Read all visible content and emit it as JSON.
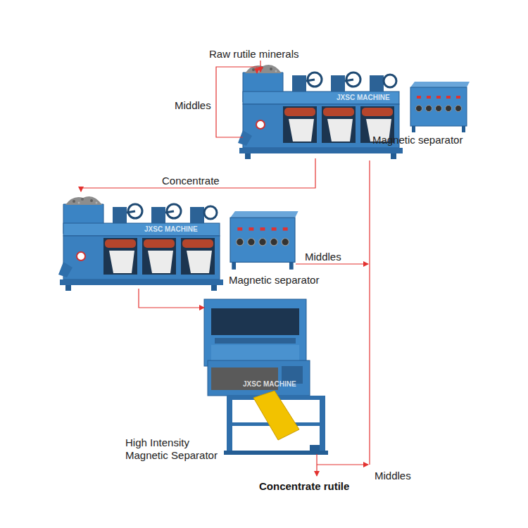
{
  "diagram": {
    "nodes": [
      {
        "text": [
          "Magnetic separator"
        ]
      },
      {
        "text": [
          "Magnetic separator"
        ]
      },
      {
        "text": [
          "High Intensity Magnetic Separator"
        ]
      }
    ],
    "edges": [
      {
        "from": 0,
        "to": 1,
        "arrow": "to",
        "label": "Concentrate"
      },
      {
        "from": 1,
        "to": 2,
        "arrow": "to"
      }
    ],
    "labels": [
      "Raw rutile minerals",
      "Middles",
      "JXSC MACHINE",
      "Middles",
      "JXSC MACHINE",
      "JXSC MACHINE",
      "Middles",
      "Concentrate rutile"
    ]
  }
}
